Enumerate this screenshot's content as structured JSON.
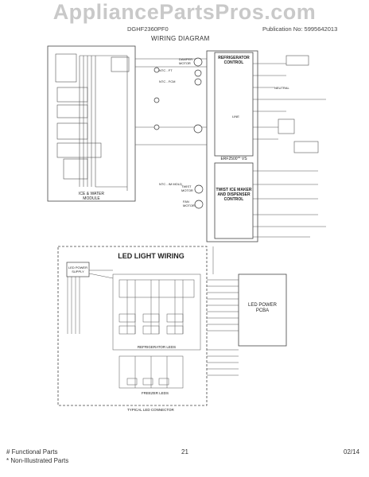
{
  "header": {
    "watermark": "AppliancePartsPros.com",
    "model": "DGHF2360PF0",
    "publication": "Publication No: 5995642013",
    "title": "WIRING DIAGRAM"
  },
  "diagram": {
    "refrigerator_control": "REFRIGERATOR\nCONTROL",
    "erf_label": "ERF2500** VS",
    "twist_ice_maker": "TWIST ICE MAKER\nAND DISPENSER\nCONTROL",
    "ice_water_module": "ICE & WATER\nMODULE",
    "led_light_wiring": "LED LIGHT WIRING",
    "led_power_supply": "LED POWER\nSUPPLY",
    "led_power_pcba": "LED POWER\nPCBA",
    "refrigerator_leds": "REFRIGERATOR LEDS",
    "freezer_leds": "FREEZER LEDS",
    "typical_led_connector": "TYPICAL LED CONNECTOR",
    "line_label": "LINE",
    "neutral_label": "NEUTRAL",
    "damper_motor": "DAMPER\nMOTOR",
    "twist_motor": "TWIST\nMOTOR",
    "fan_motor": "FAN\nMOTOR"
  },
  "footer": {
    "functional_parts": "# Functional Parts",
    "non_illustrated": "* Non-Illustrated Parts",
    "page_number": "21",
    "date": "02/14"
  }
}
